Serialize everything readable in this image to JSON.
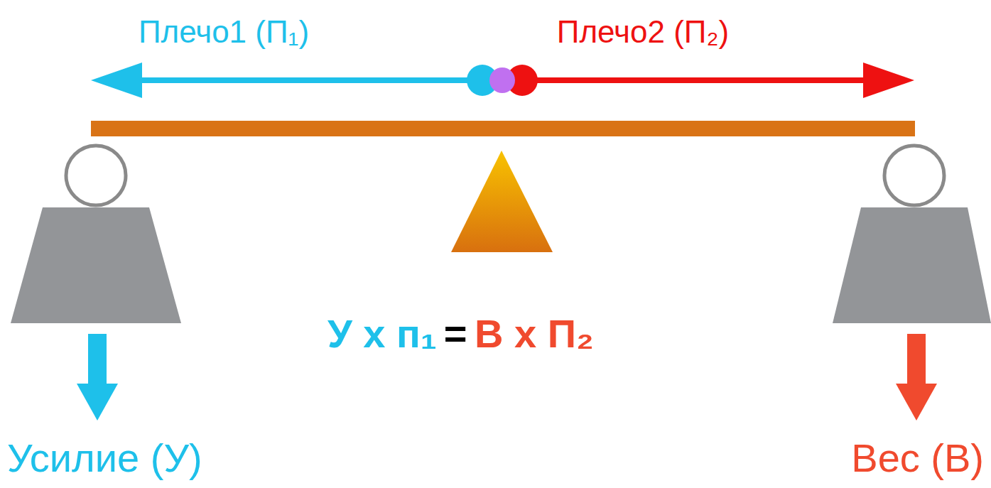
{
  "diagram": {
    "labels": [
      "Плечо1 (П₁)",
      "Плечо2 (П₂)",
      "У x п₁",
      "=",
      "В x П₂",
      "Усилие (У)",
      "Вес (В)"
    ]
  }
}
